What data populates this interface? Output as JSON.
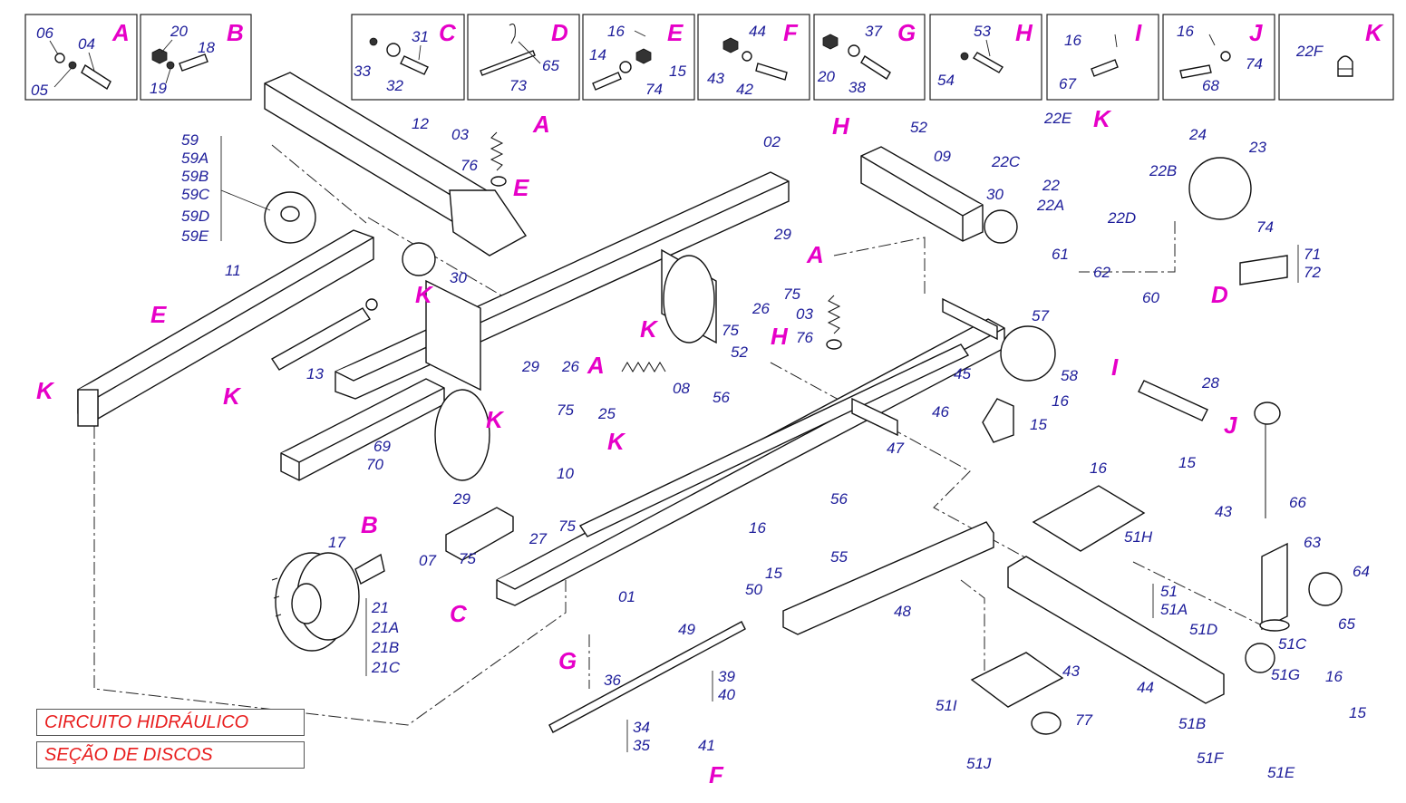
{
  "detail_boxes": [
    {
      "letter": "A",
      "parts": [
        "06",
        "04",
        "05"
      ]
    },
    {
      "letter": "B",
      "parts": [
        "20",
        "18",
        "19"
      ]
    },
    {
      "letter": "C",
      "parts": [
        "31",
        "33",
        "32"
      ]
    },
    {
      "letter": "D",
      "parts": [
        "65",
        "73"
      ]
    },
    {
      "letter": "E",
      "parts": [
        "16",
        "14",
        "15",
        "74"
      ]
    },
    {
      "letter": "F",
      "parts": [
        "44",
        "43",
        "42"
      ]
    },
    {
      "letter": "G",
      "parts": [
        "37",
        "20",
        "38"
      ]
    },
    {
      "letter": "H",
      "parts": [
        "53",
        "54"
      ]
    },
    {
      "letter": "I",
      "parts": [
        "16",
        "67"
      ]
    },
    {
      "letter": "J",
      "parts": [
        "16",
        "74",
        "68"
      ]
    },
    {
      "letter": "K",
      "parts": [
        "22F"
      ]
    }
  ],
  "callouts": {
    "c59": "59",
    "c59A": "59A",
    "c59B": "59B",
    "c59C": "59C",
    "c59D": "59D",
    "c59E": "59E",
    "c12": "12",
    "c03a": "03",
    "c76a": "76",
    "c02": "02",
    "c11": "11",
    "c30a": "30",
    "c13": "13",
    "c09": "09",
    "c22E": "22E",
    "c22C": "22C",
    "c22": "22",
    "c22A": "22A",
    "c22D": "22D",
    "c22B": "22B",
    "c24": "24",
    "c23": "23",
    "c74": "74",
    "c30b": "30",
    "c71": "71",
    "c72": "72",
    "c52a": "52",
    "c29a": "29",
    "c75a": "75",
    "c26a": "26",
    "c75b": "75",
    "c03b": "03",
    "c76b": "76",
    "c61": "61",
    "c62": "62",
    "c60": "60",
    "c57": "57",
    "c58": "58",
    "c16a": "16",
    "c28": "28",
    "c08": "08",
    "c29b": "29",
    "c26b": "26",
    "c75c": "75",
    "c25": "25",
    "c52b": "52",
    "c45": "45",
    "c15a": "15",
    "c46": "46",
    "c47": "47",
    "c56a": "56",
    "c10": "10",
    "c69": "69",
    "c70": "70",
    "c29c": "29",
    "c27": "27",
    "c75d": "75",
    "c75e": "75",
    "c17": "17",
    "c07": "07",
    "c01": "01",
    "c16b": "16",
    "c15b": "15",
    "c50": "50",
    "c56b": "56",
    "c55": "55",
    "c49": "49",
    "c48": "48",
    "c16c": "16",
    "c15c": "15",
    "c51H": "51H",
    "c66": "66",
    "c43a": "43",
    "c63": "63",
    "c64": "64",
    "c65": "65",
    "c51": "51",
    "c51A": "51A",
    "c51D": "51D",
    "c51C": "51C",
    "c43b": "43",
    "c44": "44",
    "c51G": "51G",
    "c16d": "16",
    "c15d": "15",
    "c51B": "51B",
    "c51F": "51F",
    "c51E": "51E",
    "c51I": "51I",
    "c77": "77",
    "c51J": "51J",
    "c21": "21",
    "c21A": "21A",
    "c21B": "21B",
    "c21C": "21C",
    "c36": "36",
    "c39": "39",
    "c40": "40",
    "c34": "34",
    "c35": "35",
    "c41": "41"
  },
  "letters": {
    "A1": "A",
    "A2": "A",
    "A3": "A",
    "E1": "E",
    "E2": "E",
    "K1": "K",
    "K2": "K",
    "K3": "K",
    "K4": "K",
    "K5": "K",
    "K6": "K",
    "K7": "K",
    "H1": "H",
    "H2": "H",
    "D1": "D",
    "I1": "I",
    "J1": "J",
    "B1": "B",
    "C1": "C",
    "G1": "G",
    "F1": "F"
  },
  "section_buttons": {
    "hydraulic": "CIRCUITO HIDRÁULICO",
    "discs": "SEÇÃO DE DISCOS"
  },
  "colors": {
    "part_number": "#1d1d9a",
    "detail_letter": "#e600c8",
    "section_label": "#e81e1e"
  }
}
